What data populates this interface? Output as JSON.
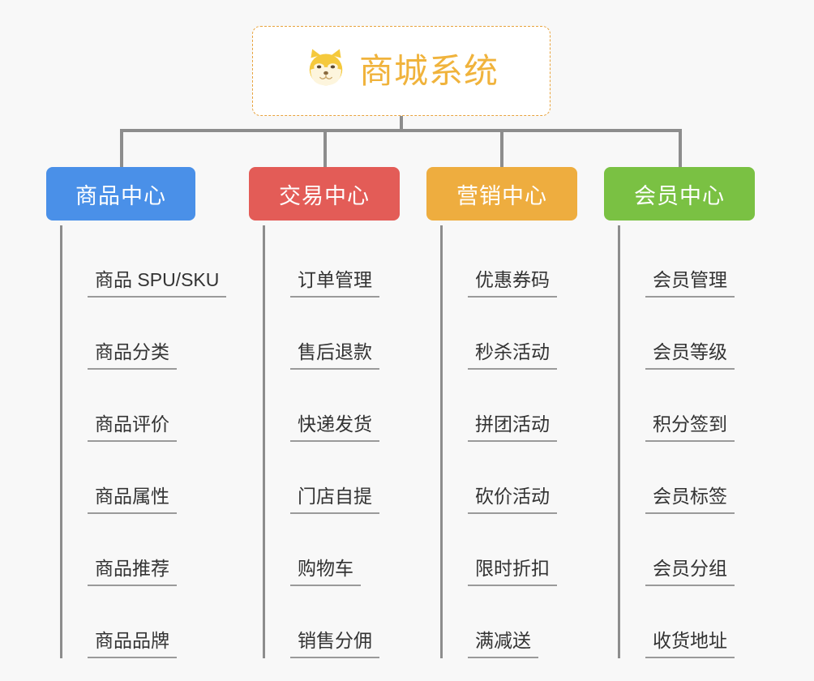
{
  "diagram": {
    "title": "商城系统",
    "type": "mindmap-tree",
    "background_color": "#f8f8f8",
    "root": {
      "label": "商城系统",
      "icon": "shiba-dog-icon",
      "text_color": "#f0b33c",
      "border_color": "#e8a33d",
      "fill_color": "#ffffff"
    },
    "connector_color": "#8d8d8d",
    "branches": [
      {
        "label": "商品中心",
        "color": "#4a90e8",
        "items": [
          "商品 SPU/SKU",
          "商品分类",
          "商品评价",
          "商品属性",
          "商品推荐",
          "商品品牌"
        ]
      },
      {
        "label": "交易中心",
        "color": "#e35c57",
        "items": [
          "订单管理",
          "售后退款",
          "快递发货",
          "门店自提",
          "购物车",
          "销售分佣"
        ]
      },
      {
        "label": "营销中心",
        "color": "#eead3f",
        "items": [
          "优惠券码",
          "秒杀活动",
          "拼团活动",
          "砍价活动",
          "限时折扣",
          "满减送"
        ]
      },
      {
        "label": "会员中心",
        "color": "#7ac143",
        "items": [
          "会员管理",
          "会员等级",
          "积分签到",
          "会员标签",
          "会员分组",
          "收货地址"
        ]
      }
    ]
  }
}
